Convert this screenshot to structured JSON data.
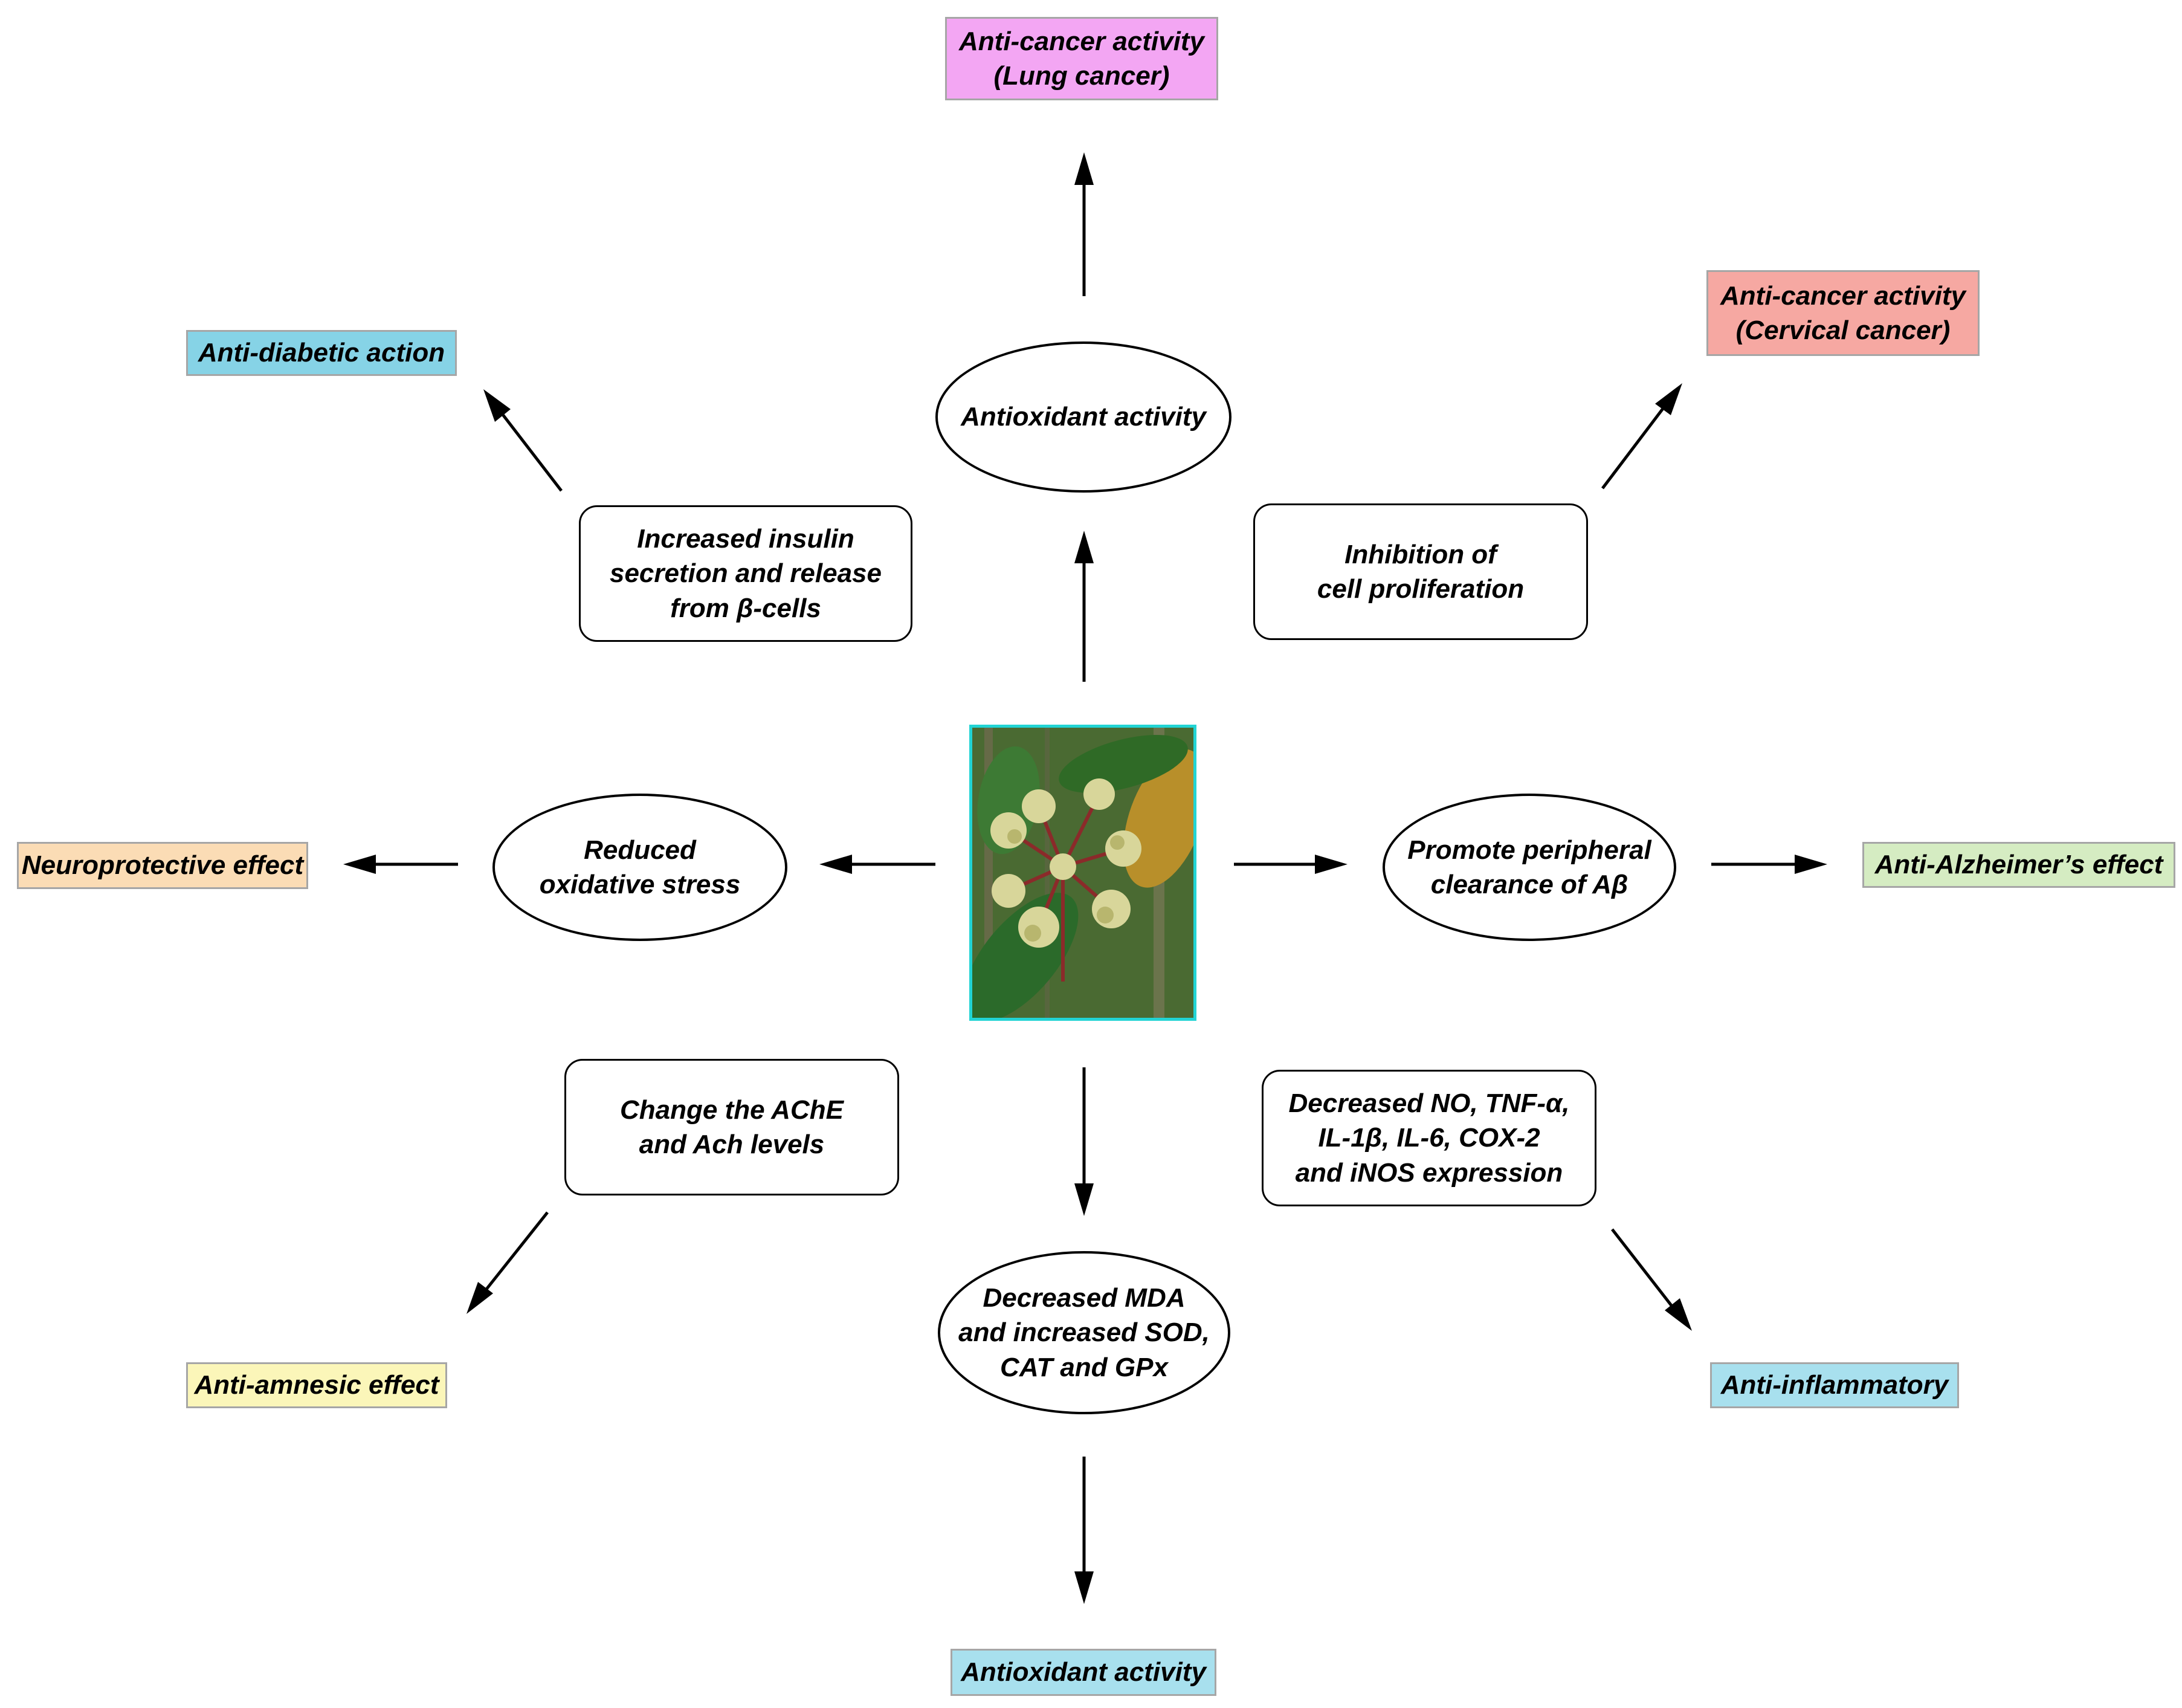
{
  "colors": {
    "lung_cancer": "#f3a6f3",
    "cervical_cancer": "#f6a8a2",
    "anti_diabetic": "#86d3e6",
    "neuroprotective": "#fbdcb5",
    "anti_alzheimer": "#d5ecc2",
    "anti_amnesic": "#fbf6b9",
    "anti_inflammatory": "#a8e0ee",
    "antioxidant_outcome": "#a8e0ee",
    "photo_border": "#22d4d4",
    "arrow": "#000000"
  },
  "outcomes": {
    "lung_cancer": [
      "Anti-cancer activity",
      "(Lung cancer)"
    ],
    "cervical_cancer": [
      "Anti-cancer activity",
      "(Cervical cancer)"
    ],
    "anti_diabetic": "Anti-diabetic action",
    "neuroprotective": "Neuroprotective effect",
    "anti_alzheimer": "Anti-Alzheimer’s effect",
    "anti_amnesic": "Anti-amnesic effect",
    "anti_inflammatory": "Anti-inflammatory",
    "antioxidant": "Antioxidant activity"
  },
  "mechanisms": {
    "antioxidant_activity": "Antioxidant activity",
    "insulin_secretion": [
      "Increased insulin",
      "secretion and release",
      "from β-cells"
    ],
    "cell_proliferation": [
      "Inhibition of",
      "cell proliferation"
    ],
    "reduced_oxidative_stress": [
      "Reduced",
      "oxidative stress"
    ],
    "abeta_clearance": [
      "Promote peripheral",
      "clearance of Aβ"
    ],
    "ache_levels": [
      "Change the AChE",
      "and Ach levels"
    ],
    "inflammatory_markers": [
      "Decreased NO, TNF-α,",
      "IL-1β, IL-6, COX-2",
      "and iNOS expression"
    ],
    "mda_sod": [
      "Decreased MDA",
      "and increased SOD,",
      "CAT and GPx"
    ]
  }
}
